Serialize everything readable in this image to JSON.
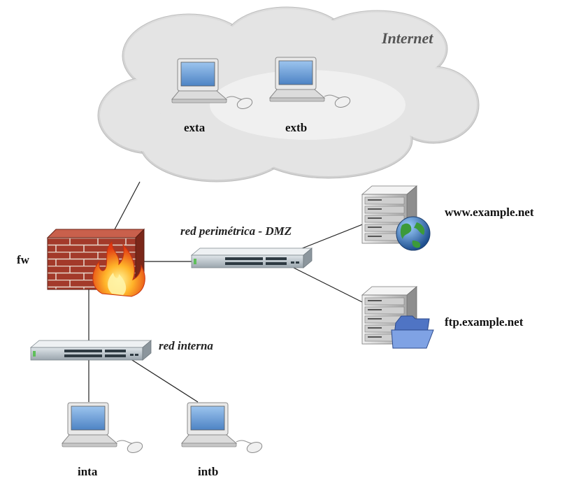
{
  "cloud": {
    "title": "Internet"
  },
  "labels": {
    "exta": "exta",
    "extb": "extb",
    "fw": "fw",
    "dmz": "red perimétrica - DMZ",
    "internal": "red interna",
    "www": "www.example.net",
    "ftp": "ftp.example.net",
    "inta": "inta",
    "intb": "intb"
  },
  "colors": {
    "brick": "#a33a2a",
    "mortar": "#e8d8cc",
    "switch": "#b9c2c8",
    "screen": "#6aa0d8",
    "globe": "#2f6fb5",
    "folder": "#6b8fd6",
    "line": "#222222"
  },
  "icons": {
    "firewall": "brick-wall-fire-icon",
    "switch": "network-switch-icon",
    "laptop": "laptop-computer-icon",
    "server": "server-rack-icon",
    "globe": "globe-icon",
    "folder": "folder-icon"
  }
}
